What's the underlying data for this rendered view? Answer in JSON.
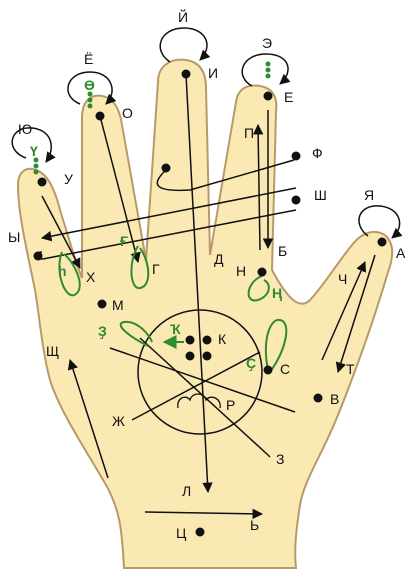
{
  "diagram": {
    "colors": {
      "palm_fill": "#fbe9b4",
      "palm_outline": "#b89a6a",
      "ink": "#111111",
      "accent": "#2e8b2e"
    },
    "labels": {
      "yo": "Ё",
      "y_short": "Й",
      "e_rev": "Э",
      "yu": "Ю",
      "ya": "Я",
      "o": "О",
      "i": "И",
      "e": "Е",
      "u": "У",
      "p": "П",
      "f": "Ф",
      "sh": "Ш",
      "yery": "Ы",
      "x": "Х",
      "g": "Г",
      "d": "Д",
      "b": "Б",
      "n": "Н",
      "a": "А",
      "m": "М",
      "ch": "Ч",
      "k": "К",
      "t": "Т",
      "shch": "Щ",
      "s": "С",
      "r": "Р",
      "v": "В",
      "zh": "Ж",
      "z": "З",
      "l": "Л",
      "soft": "Ь",
      "ts": "Ц"
    },
    "accent_labels": {
      "o_barred": "Ө",
      "y_straight": "Ү",
      "g_stroke": "Ғ",
      "h_cyr": "h",
      "n_hook": "Ң",
      "k_desc": "Ҡ",
      "z_desc": "Ҙ",
      "s_desc": "Ҫ"
    }
  }
}
